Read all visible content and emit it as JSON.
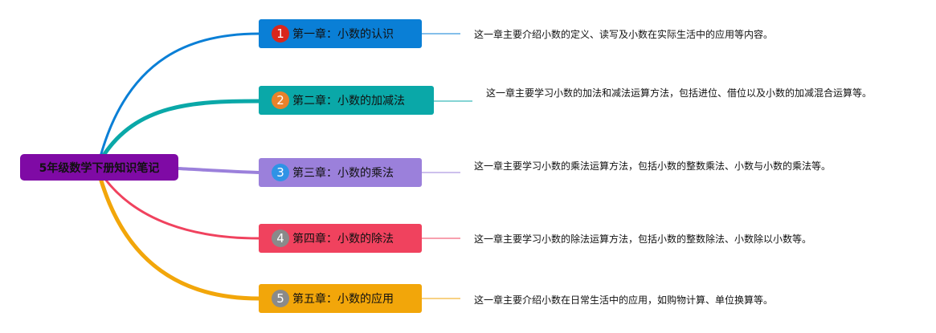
{
  "root": {
    "label": "5年级数学下册知识笔记",
    "color": "#7f0aa5"
  },
  "chapters": [
    {
      "number": "1",
      "title": "第一章：小数的认识",
      "color": "#0a7fd6",
      "badge_color": "#d9261c",
      "description": "这一章主要介绍小数的定义、读写及小数在实际生活中的应用等内容。"
    },
    {
      "number": "2",
      "title": "第二章：小数的加减法",
      "color": "#0aa8a8",
      "badge_color": "#e8822a",
      "description": "这一章主要学习小数的加法和减法运算方法，包括进位、借位以及小数的加减混合运算等。"
    },
    {
      "number": "3",
      "title": "第三章：小数的乘法",
      "color": "#9b80db",
      "badge_color": "#2f93e6",
      "description": "这一章主要学习小数的乘法运算方法，包括小数的整数乘法、小数与小数的乘法等。"
    },
    {
      "number": "4",
      "title": "第四章：小数的除法",
      "color": "#f0425e",
      "badge_color": "#8a8a8a",
      "description": "这一章主要学习小数的除法运算方法，包括小数的整数除法、小数除以小数等。"
    },
    {
      "number": "5",
      "title": "第五章：小数的应用",
      "color": "#f2a60a",
      "badge_color": "#8a8a8a",
      "description": "这一章主要介绍小数在日常生活中的应用，如购物计算、单位换算等。"
    }
  ]
}
